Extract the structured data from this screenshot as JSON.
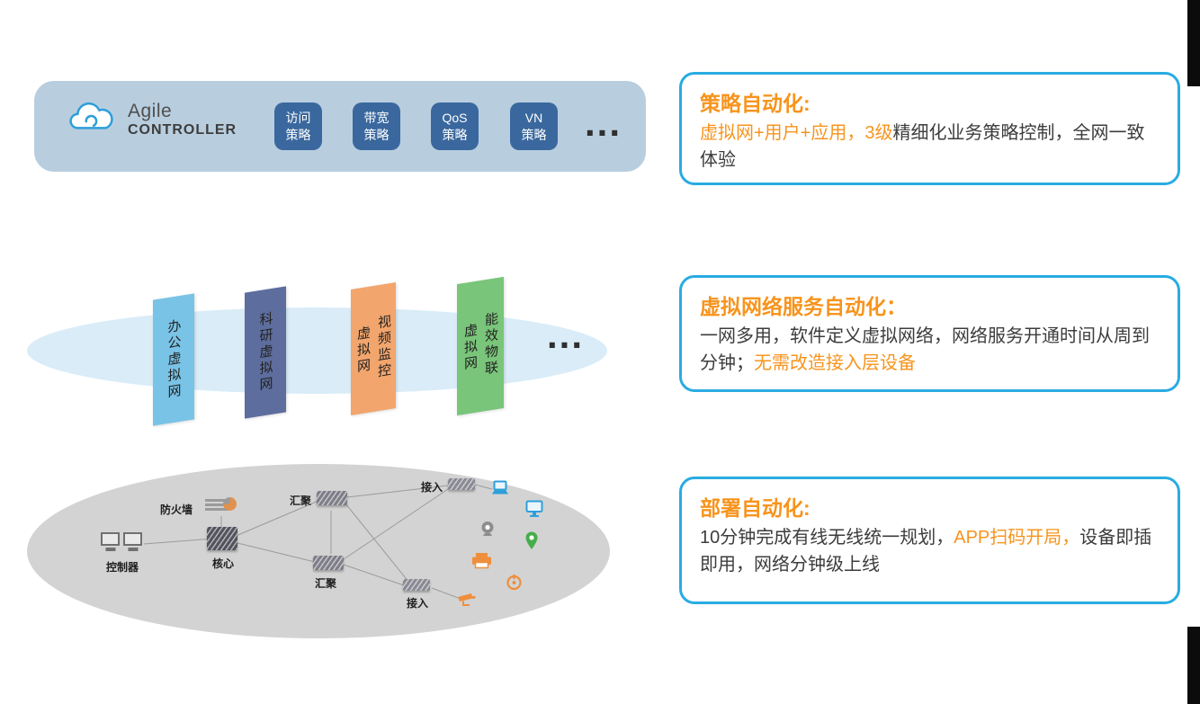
{
  "controller_bar": {
    "brand_top": "Agile",
    "brand_bottom": "CONTROLLER",
    "policies": [
      {
        "line1": "访问",
        "line2": "策略"
      },
      {
        "line1": "带宽",
        "line2": "策略"
      },
      {
        "line1": "QoS",
        "line2": "策略"
      },
      {
        "line1": "VN",
        "line2": "策略"
      }
    ],
    "ellipsis": "..."
  },
  "virtual_networks": {
    "ellipsis": "...",
    "panels": [
      {
        "name": "办公虚拟网",
        "lines": [
          "办公虚拟网"
        ],
        "color": "#79c3e6"
      },
      {
        "name": "科研虚拟网",
        "lines": [
          "科研虚拟网"
        ],
        "color": "#5d6d9d"
      },
      {
        "name": "视频监控虚拟网",
        "lines": [
          "视频监控",
          "虚拟网"
        ],
        "color": "#f2a56c"
      },
      {
        "name": "能效物联虚拟网",
        "lines": [
          "能效物联",
          "虚拟网"
        ],
        "color": "#79c57a"
      }
    ]
  },
  "physical_network": {
    "labels": {
      "controller": "控制器",
      "firewall": "防火墙",
      "core": "核心",
      "agg_top": "汇聚",
      "agg_bottom": "汇聚",
      "access_top": "接入",
      "access_bottom": "接入"
    },
    "devices": [
      "laptop",
      "monitor",
      "webcam",
      "location-pin",
      "printer",
      "sensor",
      "cctv-camera"
    ]
  },
  "callouts": [
    {
      "title": "策略自动化:",
      "segments": [
        {
          "text": "虚拟网+用户+应用，3级",
          "emphasis": true
        },
        {
          "text": "精细化业务策略控制，全网一致体验",
          "emphasis": false
        }
      ]
    },
    {
      "title": "虚拟网络服务自动化：",
      "segments": [
        {
          "text": "一网多用，软件定义虚拟网络，网络服务开通时间从周到分钟；",
          "emphasis": false
        },
        {
          "text": "无需改造接入层设备",
          "emphasis": true
        }
      ]
    },
    {
      "title": "部署自动化:",
      "segments": [
        {
          "text": "10分钟完成有线无线统一规划，",
          "emphasis": false
        },
        {
          "text": "APP扫码开局，",
          "emphasis": true
        },
        {
          "text": "设备即插即用，网络分钟级上线",
          "emphasis": false
        }
      ]
    }
  ],
  "colors": {
    "accent_orange": "#f7941d",
    "callout_border": "#29abe2",
    "controller_bar_bg": "#b8cedf",
    "policy_button_bg": "#3a689e",
    "vn_ellipse_bg": "#d9ecf8",
    "physical_ellipse_bg": "#d3d3d3"
  }
}
